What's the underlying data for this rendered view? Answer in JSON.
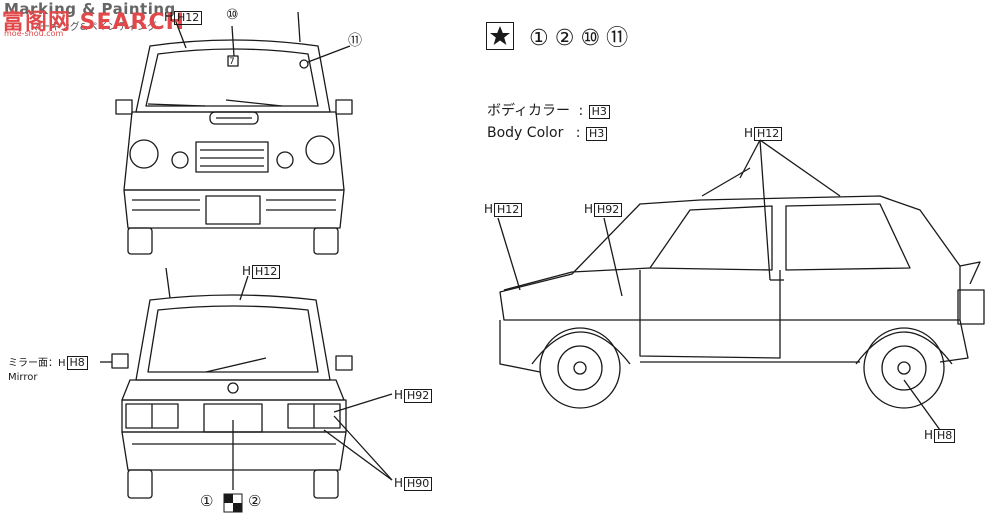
{
  "header": {
    "title": "Marking & Painting",
    "subtitle": "マーキング&ペインティング",
    "watermark": "富阁网 SEARCH",
    "watermark_url": "moe-shou.com"
  },
  "decals": {
    "list": "①②⑩⑪"
  },
  "body_color": {
    "jp_label": "ボディカラー",
    "en_label": "Body Color",
    "code": "H3"
  },
  "front_view": {
    "roof_code": "H12",
    "marker_10": "⑩",
    "marker_11": "⑪",
    "small_box": "7"
  },
  "rear_view": {
    "roof_code": "H12",
    "mirror_jp": "ミラー面：",
    "mirror_en": "Mirror",
    "mirror_code": "H8",
    "light_code": "H92",
    "lower_code": "H90",
    "marker_1": "①",
    "marker_2": "②"
  },
  "side_view": {
    "roof_code": "H12",
    "front_code": "H12",
    "mid_code": "H92",
    "wheel_code": "H8"
  },
  "colors": {
    "ink": "#1a1a1a",
    "watermark": "#e0484a"
  }
}
